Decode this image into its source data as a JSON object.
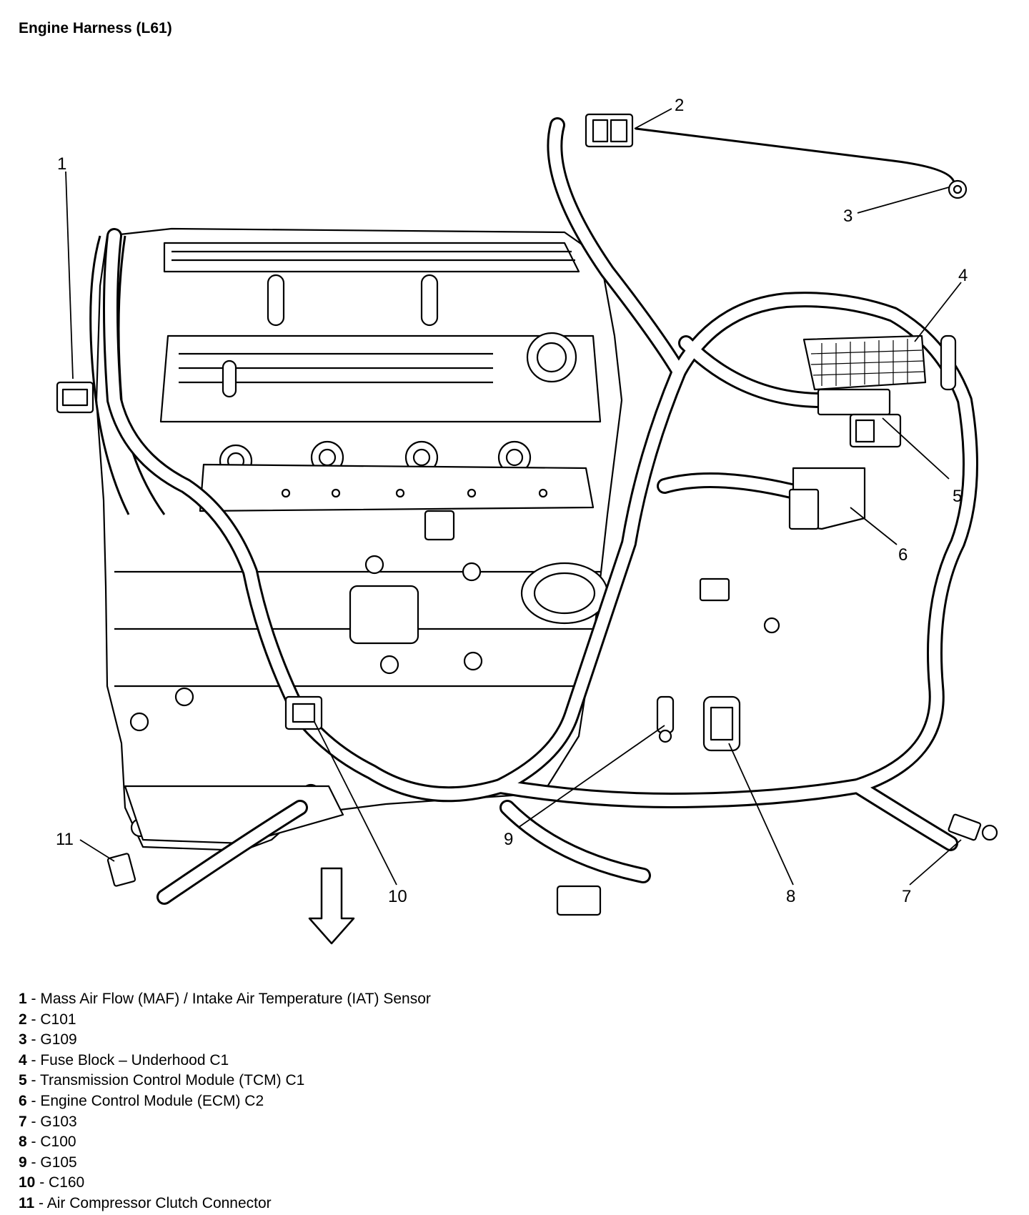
{
  "title": "Engine Harness (L61)",
  "callouts": [
    {
      "num": "1",
      "label": "Mass Air Flow (MAF) / Intake Air Temperature (IAT) Sensor"
    },
    {
      "num": "2",
      "label": "C101"
    },
    {
      "num": "3",
      "label": "G109"
    },
    {
      "num": "4",
      "label": "Fuse Block – Underhood C1"
    },
    {
      "num": "5",
      "label": "Transmission Control Module (TCM) C1"
    },
    {
      "num": "6",
      "label": "Engine Control Module (ECM) C2"
    },
    {
      "num": "7",
      "label": "G103"
    },
    {
      "num": "8",
      "label": "C100"
    },
    {
      "num": "9",
      "label": "G105"
    },
    {
      "num": "10",
      "label": "C160"
    },
    {
      "num": "11",
      "label": "Air Compressor Clutch Connector"
    }
  ]
}
